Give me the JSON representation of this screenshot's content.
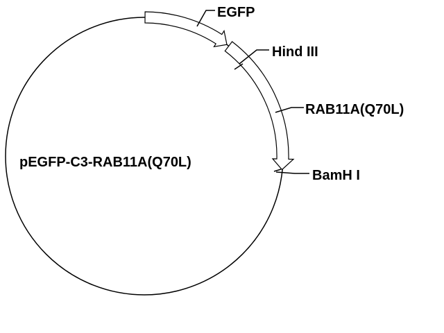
{
  "plasmid": {
    "name": "pEGFP-C3-RAB11A(Q70L)"
  },
  "features": [
    {
      "id": "egfp",
      "label": "EGFP"
    },
    {
      "id": "rab11a",
      "label": "RAB11A(Q70L)"
    }
  ],
  "sites": [
    {
      "id": "hindiii",
      "label": "Hind III"
    },
    {
      "id": "bamhi",
      "label": "BamH I"
    }
  ],
  "colors": {
    "stroke": "#000000",
    "background": "#ffffff"
  }
}
